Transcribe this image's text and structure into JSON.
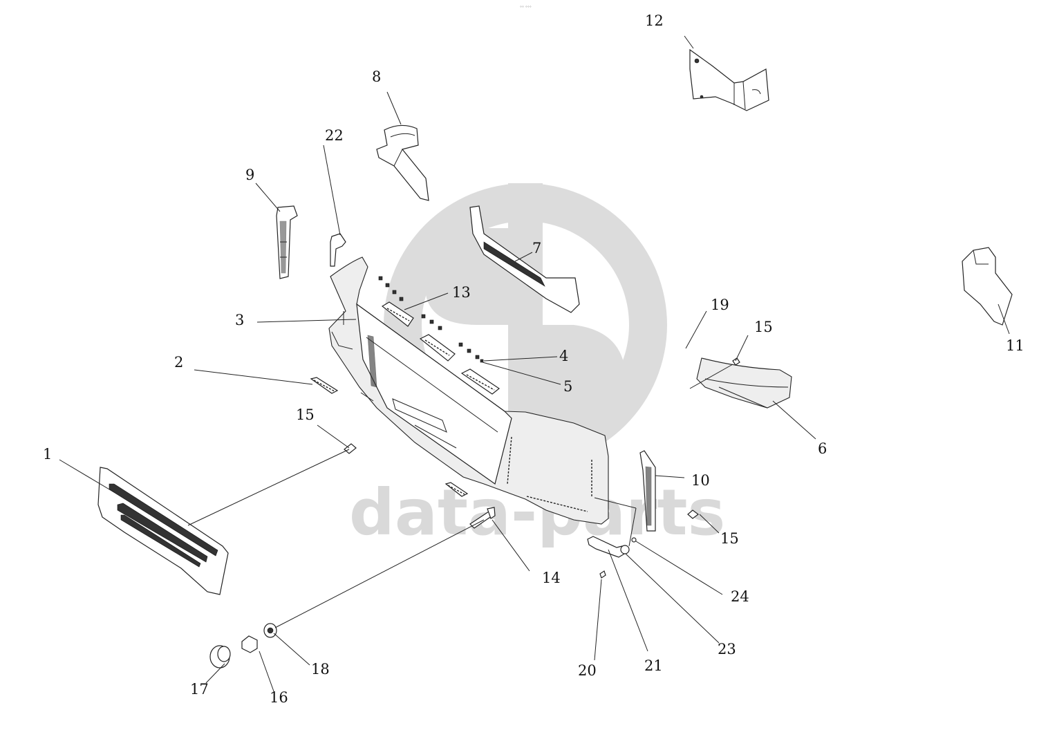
{
  "watermark": {
    "text": "data-parts",
    "color": "#d9d9d9"
  },
  "top_mark": "°° °°°",
  "callouts": [
    {
      "id": "c1",
      "label": "1"
    },
    {
      "id": "c2",
      "label": "2"
    },
    {
      "id": "c3",
      "label": "3"
    },
    {
      "id": "c4",
      "label": "4"
    },
    {
      "id": "c5",
      "label": "5"
    },
    {
      "id": "c6",
      "label": "6"
    },
    {
      "id": "c7",
      "label": "7"
    },
    {
      "id": "c8",
      "label": "8"
    },
    {
      "id": "c9",
      "label": "9"
    },
    {
      "id": "c10",
      "label": "10"
    },
    {
      "id": "c11",
      "label": "11"
    },
    {
      "id": "c12",
      "label": "12"
    },
    {
      "id": "c13",
      "label": "13"
    },
    {
      "id": "c14",
      "label": "14"
    },
    {
      "id": "c15a",
      "label": "15"
    },
    {
      "id": "c15b",
      "label": "15"
    },
    {
      "id": "c15c",
      "label": "15"
    },
    {
      "id": "c16",
      "label": "16"
    },
    {
      "id": "c17",
      "label": "17"
    },
    {
      "id": "c18",
      "label": "18"
    },
    {
      "id": "c19",
      "label": "19"
    },
    {
      "id": "c20",
      "label": "20"
    },
    {
      "id": "c21",
      "label": "21"
    },
    {
      "id": "c22",
      "label": "22"
    },
    {
      "id": "c23",
      "label": "23"
    },
    {
      "id": "c24",
      "label": "24"
    }
  ]
}
